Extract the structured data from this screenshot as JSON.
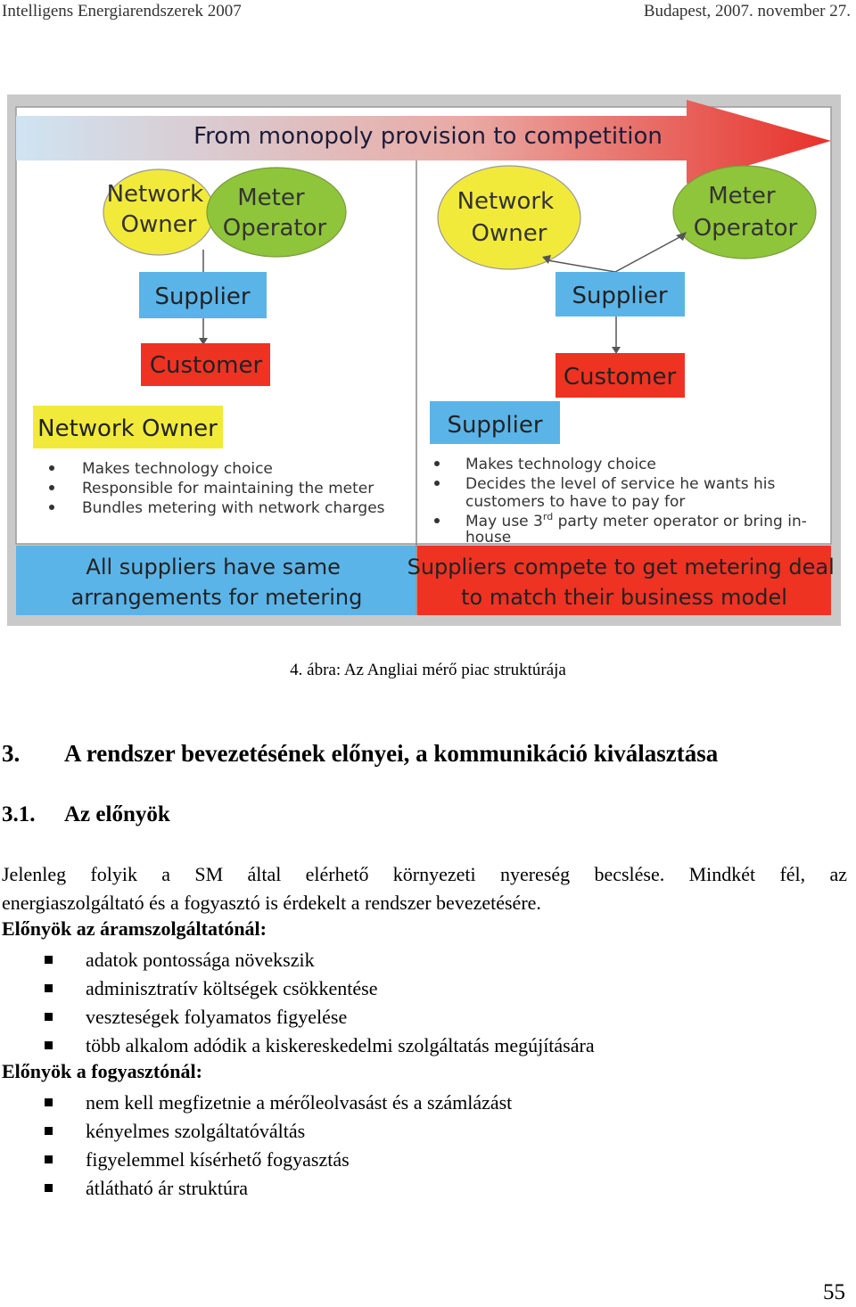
{
  "header": {
    "left": "Intelligens Energiarendszerek 2007",
    "right": "Budapest, 2007. november 27."
  },
  "figure": {
    "arrow_title": "From monopoly provision to competition",
    "left": {
      "network_owner": [
        "Network",
        "Owner"
      ],
      "meter_operator": [
        "Meter",
        "Operator"
      ],
      "supplier": "Supplier",
      "customer": "Customer",
      "role_box": "Network Owner",
      "bullets": [
        "Makes technology choice",
        "Responsible for maintaining the meter",
        "Bundles metering with network charges"
      ],
      "footer": [
        "All suppliers have same",
        "arrangements for metering"
      ]
    },
    "right": {
      "network_owner": [
        "Network",
        "Owner"
      ],
      "meter_operator": [
        "Meter",
        "Operator"
      ],
      "supplier": "Supplier",
      "customer": "Customer",
      "role_box": "Supplier",
      "bullets": [
        [
          "Makes technology choice"
        ],
        [
          "Decides the level of service he wants his",
          "customers to have to pay for"
        ],
        [
          "May use 3rd party meter operator or bring in-",
          "house"
        ]
      ],
      "footer": [
        "Suppliers compete to get metering deal",
        "to match their business model"
      ]
    },
    "colors": {
      "yellow": "#f2ea3a",
      "green": "#8fc53a",
      "blue": "#5bb4e8",
      "red": "#ee3322",
      "arrow_red": "#e8312a"
    }
  },
  "caption": "4. ábra: Az Angliai mérő piac struktúrája",
  "section": {
    "num": "3.",
    "title": "A rendszer bevezetésének előnyei, a kommunikáció kiválasztása"
  },
  "subsection": {
    "num": "3.1.",
    "title": "Az előnyök"
  },
  "paragraph": {
    "line1": "Jelenleg folyik a SM által elérhető környezeti nyereség becslése. Mindkét fél, az",
    "line2": "energiaszolgáltató és a fogyasztó is érdekelt a rendszer bevezetésére."
  },
  "supplier_benefits": {
    "label": "Előnyök az áramszolgáltatónál:",
    "items": [
      "adatok pontossága növekszik",
      "adminisztratív költségek csökkentése",
      "veszteségek folyamatos figyelése",
      "több alkalom adódik a kiskereskedelmi szolgáltatás megújítására"
    ]
  },
  "consumer_benefits": {
    "label": "Előnyök a fogyasztónál:",
    "items": [
      "nem kell megfizetnie a mérőleolvasást és a számlázást",
      "kényelmes szolgáltatóváltás",
      "figyelemmel kísérhető fogyasztás",
      "átlátható ár struktúra"
    ]
  },
  "page_number": "55"
}
